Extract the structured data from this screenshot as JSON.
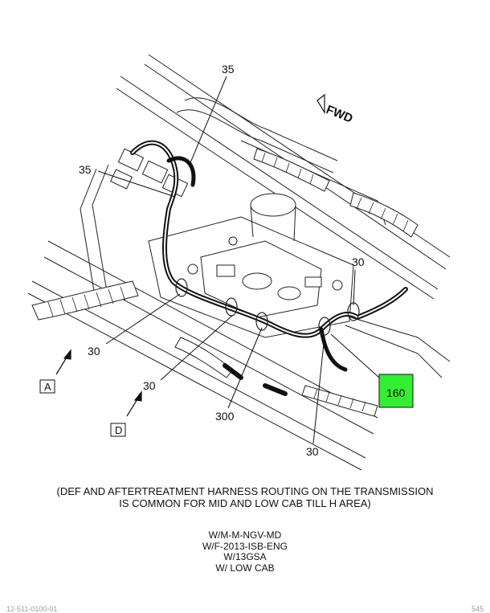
{
  "fwd_label": "FWD",
  "callouts": {
    "c35_top": "35",
    "c35_left": "35",
    "c30_right_top": "30",
    "c30_left": "30",
    "c30_mid": "30",
    "c30_bottom": "30",
    "c300": "300",
    "c160": "160"
  },
  "highlight_color": "#33ee33",
  "view_labels": {
    "a": "A",
    "d": "D"
  },
  "caption": {
    "line1": "(DEF AND AFTERTREATMENT HARNESS ROUTING ON THE TRANSMISSION",
    "line2": "IS COMMON FOR MID AND LOW CAB TILL H AREA)"
  },
  "conditions": [
    "W/M-M-NGV-MD",
    "W/F-2013-ISB-ENG",
    "W/13GSA",
    "W/ LOW CAB"
  ],
  "footer": {
    "left": "12-511-0100-01",
    "right": "545"
  }
}
